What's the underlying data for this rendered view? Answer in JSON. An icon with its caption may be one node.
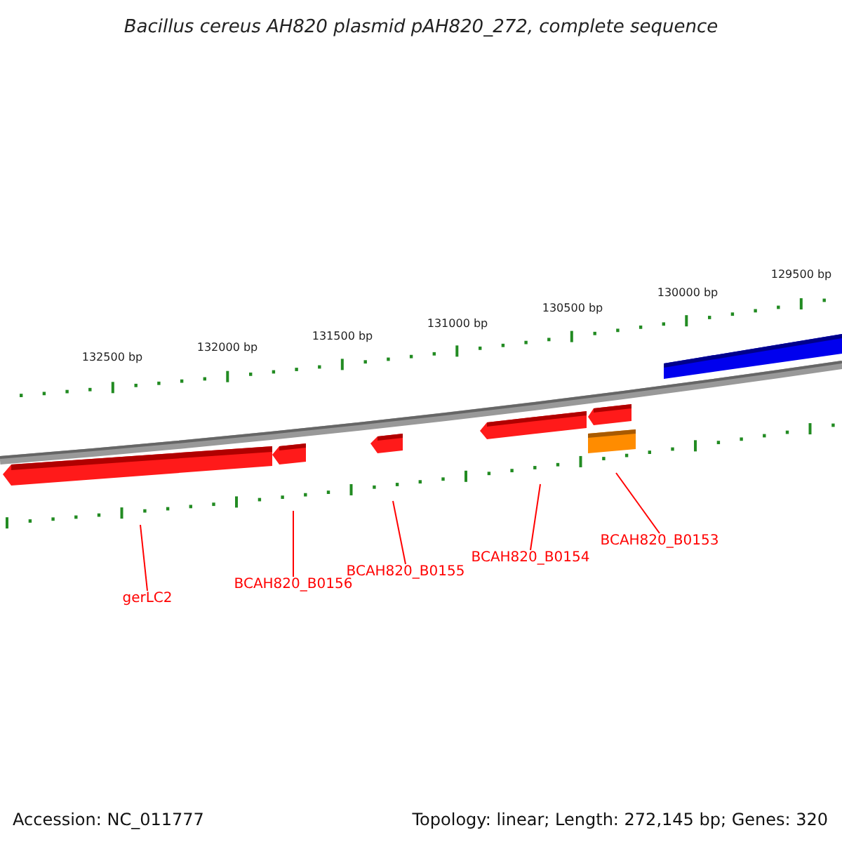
{
  "diagram": {
    "title": "Bacillus cereus AH820 plasmid pAH820_272, complete sequence",
    "nodes": [
      {
        "text": [
          "gerLC2"
        ]
      },
      {
        "text": [
          "BCAH820_B0156"
        ]
      },
      {
        "text": [
          "BCAH820_B0155"
        ]
      },
      {
        "text": [
          "BCAH820_B0154"
        ]
      },
      {
        "text": [
          "BCAH820_B0153"
        ]
      }
    ],
    "edges": [
      {
        "from": 0,
        "to": null,
        "arrow": "none",
        "color": "#ff0000"
      },
      {
        "from": 1,
        "to": null,
        "arrow": "none",
        "color": "#ff0000"
      },
      {
        "from": 2,
        "to": null,
        "arrow": "none",
        "color": "#ff0000"
      },
      {
        "from": 3,
        "to": null,
        "arrow": "none",
        "color": "#ff0000"
      },
      {
        "from": 4,
        "to": null,
        "arrow": "none",
        "color": "#ff0000"
      }
    ],
    "labels": [
      "132500 bp",
      "132000 bp",
      "131500 bp",
      "131000 bp",
      "130500 bp",
      "130000 bp",
      "129500 bp",
      "Accession: NC_011777",
      "Topology: linear; Length: 272,145 bp; Genes: 320"
    ]
  }
}
